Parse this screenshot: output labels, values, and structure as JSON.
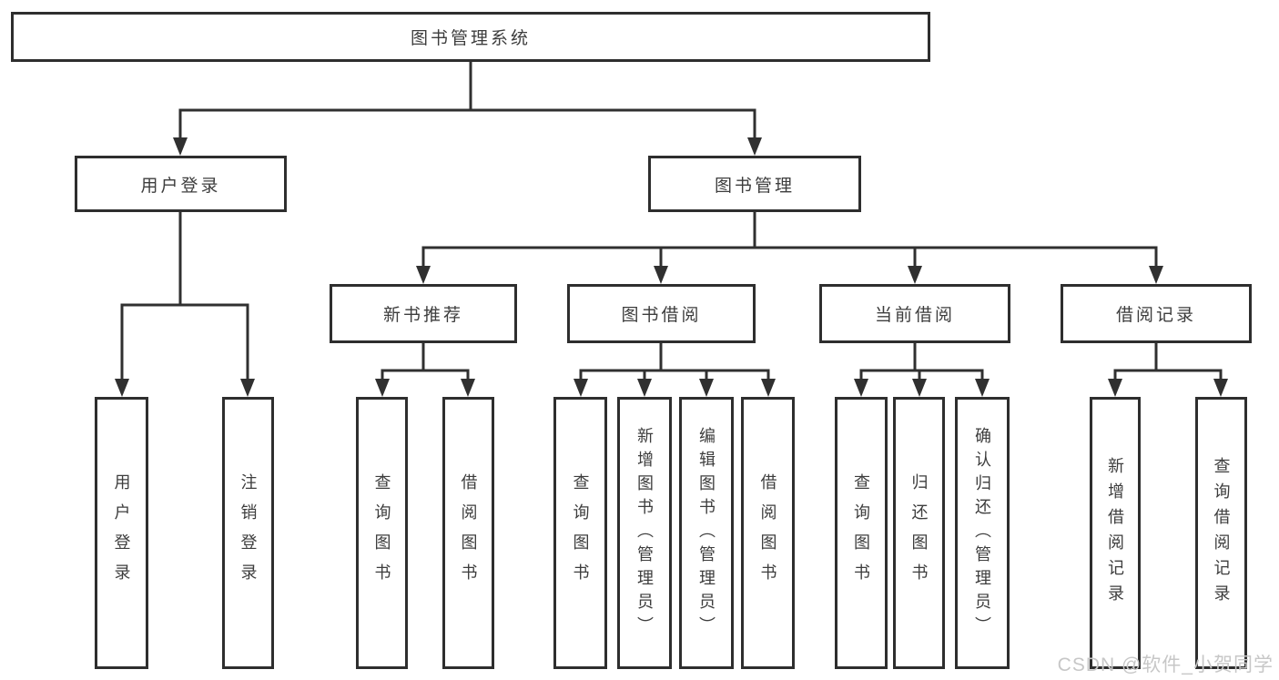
{
  "tree": {
    "label": "图书管理系统",
    "children": [
      {
        "label": "用户登录",
        "children": [
          {
            "label": "用户登录"
          },
          {
            "label": "注销登录"
          }
        ]
      },
      {
        "label": "图书管理",
        "children": [
          {
            "label": "新书推荐",
            "children": [
              {
                "label": "查询图书"
              },
              {
                "label": "借阅图书"
              }
            ]
          },
          {
            "label": "图书借阅",
            "children": [
              {
                "label": "查询图书"
              },
              {
                "label": "新增图书（管理员）"
              },
              {
                "label": "编辑图书（管理员）"
              },
              {
                "label": "借阅图书"
              }
            ]
          },
          {
            "label": "当前借阅",
            "children": [
              {
                "label": "查询图书"
              },
              {
                "label": "归还图书"
              },
              {
                "label": "确认归还（管理员）"
              }
            ]
          },
          {
            "label": "借阅记录",
            "children": [
              {
                "label": "新增借阅记录"
              },
              {
                "label": "查询借阅记录"
              }
            ]
          }
        ]
      }
    ]
  },
  "watermark": "CSDN @软件_小贺同学",
  "colors": {
    "line": "#303030",
    "text": "#3d3d3d",
    "watermark": "#c7c7c7",
    "background": "#ffffff"
  }
}
